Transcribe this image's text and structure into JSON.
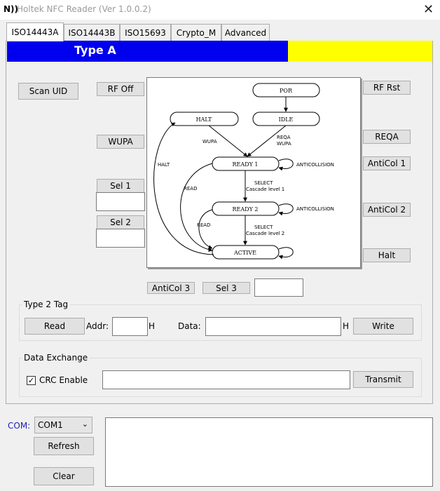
{
  "window": {
    "title": "Holtek NFC Reader (Ver 1.0.0.2)",
    "icon": "N))"
  },
  "tabs": [
    {
      "label": "ISO14443A"
    },
    {
      "label": "ISO14443B"
    },
    {
      "label": "ISO15693"
    },
    {
      "label": "Crypto_M"
    },
    {
      "label": "Advanced"
    }
  ],
  "banner": {
    "label": "Type A",
    "blue": "#0000ee",
    "yellow": "#ffff00"
  },
  "buttons": {
    "scan_uid": "Scan UID",
    "rf_off": "RF Off",
    "rf_rst": "RF Rst",
    "wupa": "WUPA",
    "reqa": "REQA",
    "anticol1": "AntiCol 1",
    "sel1": "Sel 1",
    "sel2": "Sel 2",
    "anticol2": "AntiCol 2",
    "halt": "Halt",
    "anticol3": "AntiCol 3",
    "sel3": "Sel 3"
  },
  "diagram": {
    "states": {
      "por": "POR",
      "halt": "HALT",
      "idle": "IDLE",
      "ready1": "READY 1",
      "ready2": "READY 2",
      "active": "ACTIVE"
    },
    "labels": {
      "wupa": "WUPA",
      "reqa": "REQA",
      "wupa2": "WUPA",
      "halt": "HALT",
      "anticollision1": "ANTICOLLISION",
      "anticollision2": "ANTICOLLISION",
      "read1": "READ",
      "read2": "READ",
      "select1a": "SELECT",
      "select1b": "Cascade level 1",
      "select2a": "SELECT",
      "select2b": "Cascade level 2"
    }
  },
  "type2": {
    "group_label": "Type 2 Tag",
    "read_button": "Read",
    "addr_label": "Addr:",
    "addr_suffix": "H",
    "data_label": "Data:",
    "data_suffix": "H",
    "write_button": "Write"
  },
  "exchange": {
    "group_label": "Data Exchange",
    "crc_label": "CRC Enable",
    "transmit_button": "Transmit"
  },
  "bottom": {
    "com_label": "COM:",
    "com_value": "COM1",
    "refresh_button": "Refresh",
    "clear_button": "Clear"
  }
}
